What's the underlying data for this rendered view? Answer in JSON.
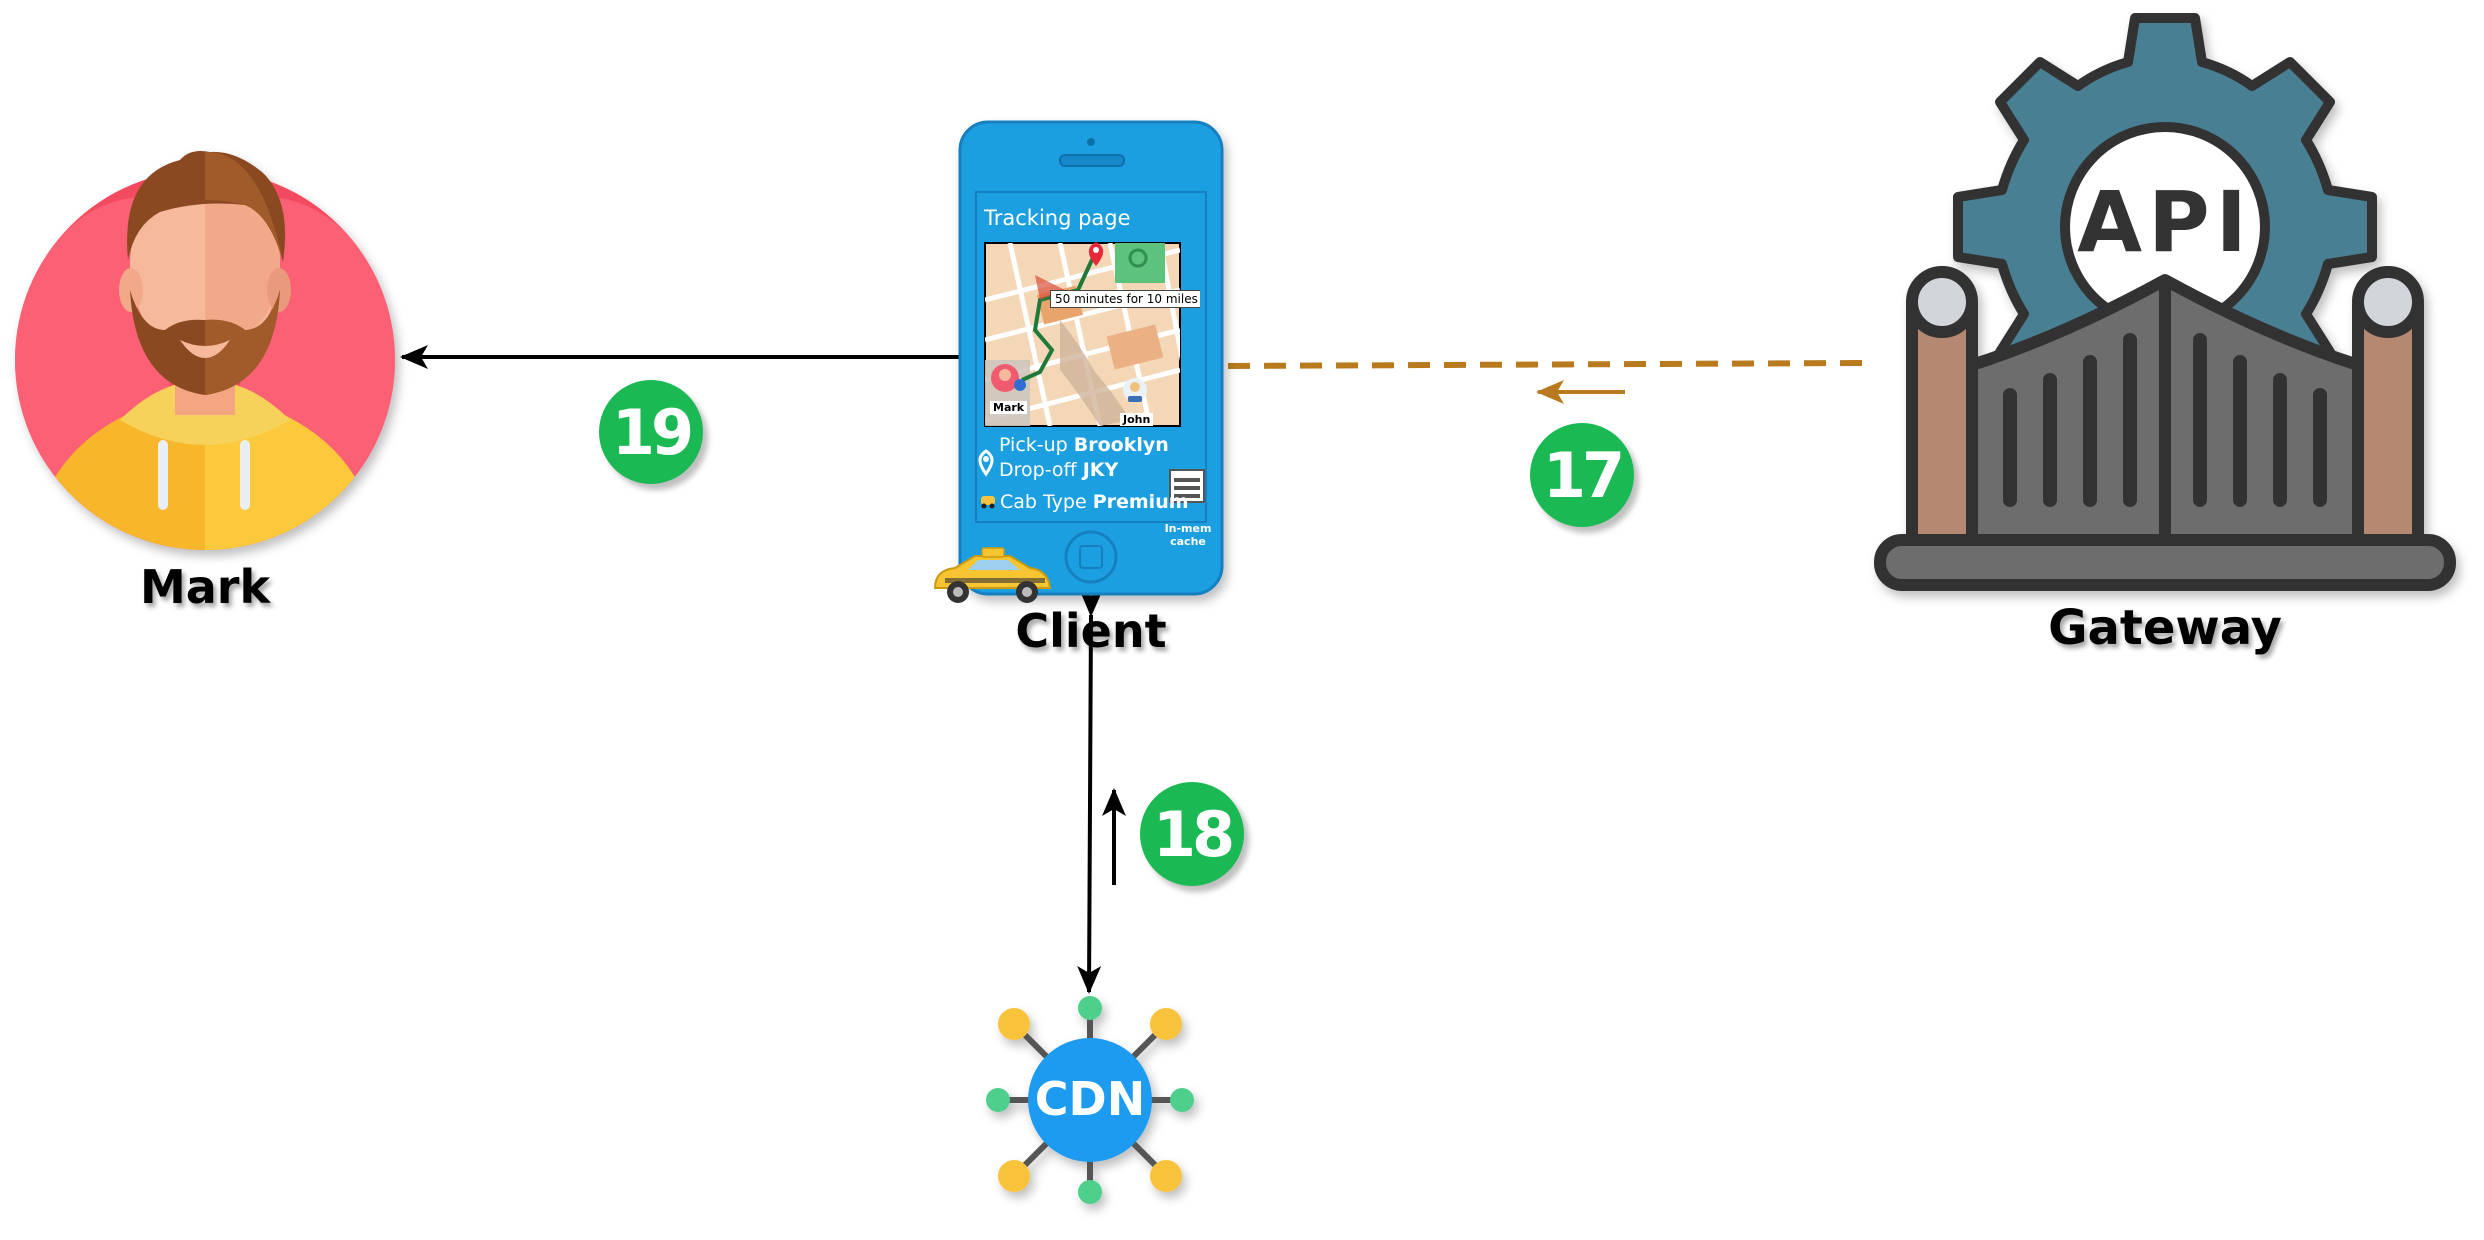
{
  "nodes": {
    "mark": {
      "label": "Mark"
    },
    "client": {
      "label": "Client"
    },
    "gateway": {
      "label": "Gateway",
      "logo_text": "API"
    },
    "cdn": {
      "label": "CDN"
    }
  },
  "phone": {
    "title": "Tracking page",
    "eta_text": "50 minutes for 10 miles",
    "map_rider": "Mark",
    "map_driver": "John",
    "pickup_label": "Pick-up",
    "pickup_value": "Brooklyn",
    "dropoff_label": "Drop-off",
    "dropoff_value": "JKY",
    "cab_type_label": "Cab Type",
    "cab_type_value": "Premium",
    "cache_line1": "In-mem",
    "cache_line2": "cache"
  },
  "steps": [
    {
      "number": "17",
      "edge": "gateway-to-client",
      "style": "dashed",
      "color": "#b87a1c"
    },
    {
      "number": "18",
      "edge": "cdn-to-client",
      "style": "solid",
      "color": "#000000"
    },
    {
      "number": "19",
      "edge": "client-to-mark",
      "style": "solid",
      "color": "#000000"
    }
  ],
  "colors": {
    "step_badge": "#1bb954",
    "phone_body": "#1f9fe0",
    "gateway_dashed_arrow": "#b87a1c",
    "cdn_hub": "#1e9bf0"
  },
  "icons": [
    "mark-avatar-icon",
    "phone-icon",
    "api-gateway-icon",
    "cdn-network-icon",
    "taxi-icon",
    "location-pin-icon",
    "cab-icon",
    "cache-icon"
  ]
}
